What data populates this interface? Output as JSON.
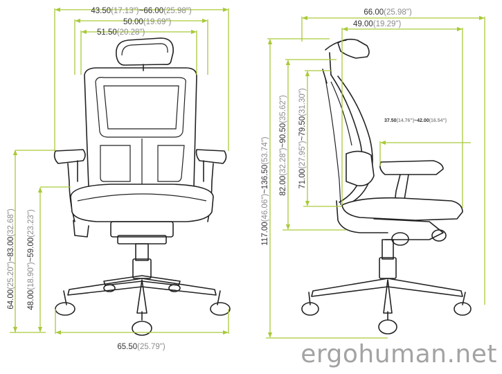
{
  "front_view": {
    "overall_width_range": {
      "main": "43.50",
      "paren1": "(17.13\")",
      "sep": "~66.00",
      "paren2": "(25.98\")"
    },
    "back_width": {
      "main": "50.00",
      "paren": "(19.69\")"
    },
    "headrest_width": {
      "main": "51.50",
      "paren": "(20.28\")"
    },
    "armrest_height": {
      "main": "64.00",
      "paren1": "(25.20\")",
      "sep": "~83.00",
      "paren2": "(32.68\")"
    },
    "seat_height": {
      "main": "48.00",
      "paren1": "(18.90\")",
      "sep": "~59.00",
      "paren2": "(23.23\")"
    },
    "base_width": {
      "main": "65.50",
      "paren": "(25.79\")"
    }
  },
  "side_view": {
    "depth": {
      "main": "66.00",
      "paren": "(25.98\")"
    },
    "seat_depth": {
      "main": "49.00",
      "paren": "(19.29\")"
    },
    "arm_reach": {
      "main": "37.50",
      "paren1": "(14.76\")",
      "sep": "~42.00",
      "paren2": "(16.54\")"
    },
    "overall_height": {
      "main": "117.00",
      "paren1": "(46.06\")",
      "sep": "~136.50",
      "paren2": "(53.74\")"
    },
    "back_height": {
      "main": "82.00",
      "paren1": "(32.28\")",
      "sep": "~90.50",
      "paren2": "(35.62\")"
    },
    "backrest_height": {
      "main": "71.00",
      "paren1": "(27.95\")",
      "sep": "~79.50",
      "paren2": "(31.30\")"
    }
  },
  "brand": "ergohuman.net",
  "colors": {
    "dimension": "#a9c93a",
    "value": "#333333",
    "paren": "#8c8c8c",
    "line": "#222222",
    "brand": "#a3a3a3"
  }
}
